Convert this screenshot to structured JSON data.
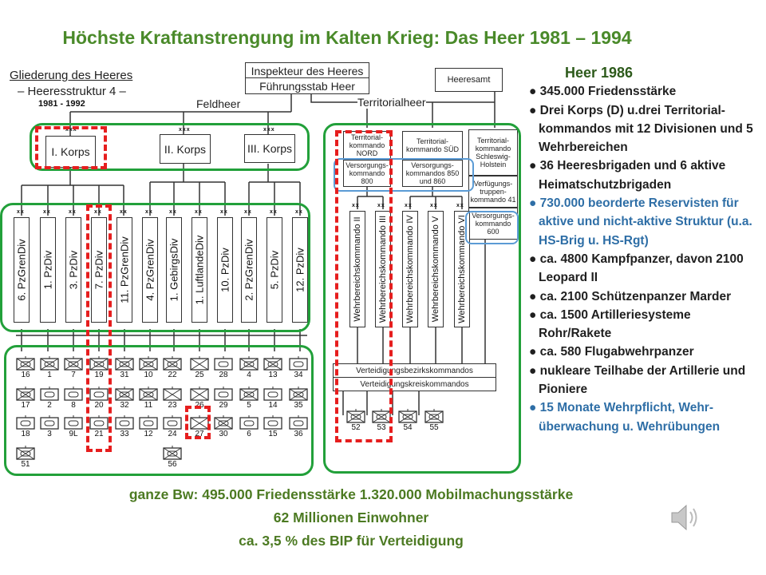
{
  "title": "Höchste Kraftanstrengung im Kalten Krieg: Das Heer 1981 – 1994",
  "diagram": {
    "heading": "Gliederung des Heeres",
    "subheading": "– Heeresstruktur 4 –",
    "years": "1981 - 1992",
    "inspekteur": "Inspekteur des Heeres",
    "fuehrungsstab": "Führungsstab Heer",
    "heeresamt": "Heeresamt",
    "feldheer": "Feldheer",
    "territorialheer": "Territorialheer",
    "korps_symbol": "xxx",
    "div_symbol": "xx",
    "korps": [
      "I. Korps",
      "II. Korps",
      "III. Korps"
    ],
    "divisions": [
      "6. PzGrenDiv",
      "1. PzDiv",
      "3. PzDiv",
      "7. PzDiv",
      "11. PzGrenDiv",
      "4. PzGrenDiv",
      "1. GebirgsDiv",
      "1. LuftlandeDiv",
      "10. PzDiv",
      "2. PzGrenDiv",
      "5. PzDiv",
      "12. PzDiv"
    ],
    "brigade_columns": [
      [
        {
          "n": "16",
          "t": "pzgren"
        },
        {
          "n": "17",
          "t": "pzgren"
        },
        {
          "n": "18",
          "t": "pz"
        },
        {
          "n": "51",
          "t": "pzgren"
        }
      ],
      [
        {
          "n": "1",
          "t": "pzgren"
        },
        {
          "n": "2",
          "t": "pz"
        },
        {
          "n": "3",
          "t": "pz"
        }
      ],
      [
        {
          "n": "7",
          "t": "pzgren"
        },
        {
          "n": "8",
          "t": "pz"
        },
        {
          "n": "9L",
          "t": "pz"
        }
      ],
      [
        {
          "n": "19",
          "t": "pzgren"
        },
        {
          "n": "20",
          "t": "pz"
        },
        {
          "n": "21",
          "t": "pz"
        }
      ],
      [
        {
          "n": "31",
          "t": "pzgren"
        },
        {
          "n": "32",
          "t": "pzgren"
        },
        {
          "n": "33",
          "t": "pz"
        }
      ],
      [
        {
          "n": "10",
          "t": "pzgren"
        },
        {
          "n": "11",
          "t": "pzgren"
        },
        {
          "n": "12",
          "t": "pz"
        }
      ],
      [
        {
          "n": "22",
          "t": "pzgren"
        },
        {
          "n": "23",
          "t": "jg"
        },
        {
          "n": "24",
          "t": "pz"
        },
        {
          "n": "56",
          "t": "pzgren"
        }
      ],
      [
        {
          "n": "25",
          "t": "jg"
        },
        {
          "n": "26",
          "t": "jg"
        },
        {
          "n": "27",
          "t": "jg"
        }
      ],
      [
        {
          "n": "28",
          "t": "pz"
        },
        {
          "n": "29",
          "t": "pz"
        },
        {
          "n": "30",
          "t": "pzgren"
        }
      ],
      [
        {
          "n": "4",
          "t": "pzgren"
        },
        {
          "n": "5",
          "t": "pzgren"
        },
        {
          "n": "6",
          "t": "pz"
        }
      ],
      [
        {
          "n": "13",
          "t": "pzgren"
        },
        {
          "n": "14",
          "t": "pz"
        },
        {
          "n": "15",
          "t": "pz"
        }
      ],
      [
        {
          "n": "34",
          "t": "pz"
        },
        {
          "n": "35",
          "t": "pzgren"
        },
        {
          "n": "36",
          "t": "pz"
        }
      ]
    ],
    "territorial": {
      "nord": "Territorial-kommando NORD",
      "sued": "Territorial-kommando SÜD",
      "sh": "Territorial-kommando Schleswig-Holstein",
      "vk800": "Versorgungs-kommando 800",
      "vk850": "Versorgungs-kommandos 850 und 860",
      "vtk41": "Verfügungs-truppen-kommando 41",
      "vk600": "Versorgungs-kommando 600",
      "wehrbereiche": [
        "Wehrbereichskommando II",
        "Wehrbereichskommando III",
        "Wehrbereichskommando IV",
        "Wehrbereichskommando V",
        "Wehrbereichskommando VI"
      ],
      "vbk": "Verteidigungsbezirkskommandos",
      "vkk": "Verteidigungskreiskommandos",
      "brigades": [
        "52",
        "53",
        "54",
        "55"
      ]
    }
  },
  "facts": {
    "heading": "Heer 1986",
    "items": [
      {
        "text": "345.000 Friedensstärke",
        "color": "black"
      },
      {
        "text": "Drei Korps (D) u.drei Territorial-kommandos mit 12 Divisionen und 5 Wehrbereichen",
        "color": "black"
      },
      {
        "text": "36 Heeresbrigaden und 6 aktive Heimatschutzbrigaden",
        "color": "black"
      },
      {
        "text": "730.000 beorderte Reservisten für aktive und nicht-aktive Struktur (u.a. HS-Brig u. HS-Rgt)",
        "color": "blue"
      },
      {
        "text": "ca. 4800 Kampfpanzer, davon 2100 Leopard II",
        "color": "black"
      },
      {
        "text": "ca. 2100 Schützenpanzer Marder",
        "color": "black"
      },
      {
        "text": "ca. 1500 Artilleriesysteme Rohr/Rakete",
        "color": "black"
      },
      {
        "text": "ca. 580 Flugabwehrpanzer",
        "color": "black"
      },
      {
        "text": "nukleare Teilhabe der Artillerie und Pioniere",
        "color": "black"
      },
      {
        "text": "15 Monate Wehrpflicht, Wehr-überwachung u. Wehrübungen",
        "color": "blue"
      }
    ]
  },
  "bottom": [
    "ganze Bw: 495.000 Friedensstärke  1.320.000 Mobilmachungsstärke",
    "62 Millionen Einwohner",
    "ca. 3,5 % des BIP für Verteidigung"
  ],
  "colors": {
    "title": "#4a8a2a",
    "highlight_green": "#22a03a",
    "highlight_red": "#e61e1e",
    "highlight_blue": "#5b9bd5",
    "text_blue": "#2e6ea6"
  }
}
